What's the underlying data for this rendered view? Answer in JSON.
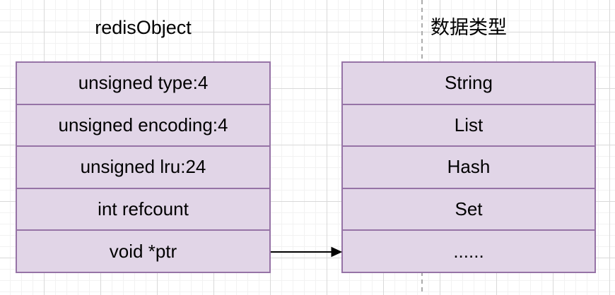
{
  "diagram": {
    "left_table": {
      "title": "redisObject",
      "rows": [
        "unsigned type:4",
        "unsigned encoding:4",
        "unsigned lru:24",
        "int refcount",
        "void *ptr"
      ]
    },
    "right_table": {
      "title": "数据类型",
      "rows": [
        "String",
        "List",
        "Hash",
        "Set",
        "......"
      ]
    },
    "connector": {
      "from": "void *ptr",
      "to": "......",
      "type": "arrow-right"
    }
  },
  "colors": {
    "cell_fill": "#e1d5e7",
    "cell_stroke": "#9673a6",
    "text": "#000000",
    "arrow": "#000000",
    "page_break": "#ababab",
    "grid_minor": "#f2f2f2",
    "grid_major": "#d9d9d9",
    "canvas_bg": "#ffffff"
  }
}
